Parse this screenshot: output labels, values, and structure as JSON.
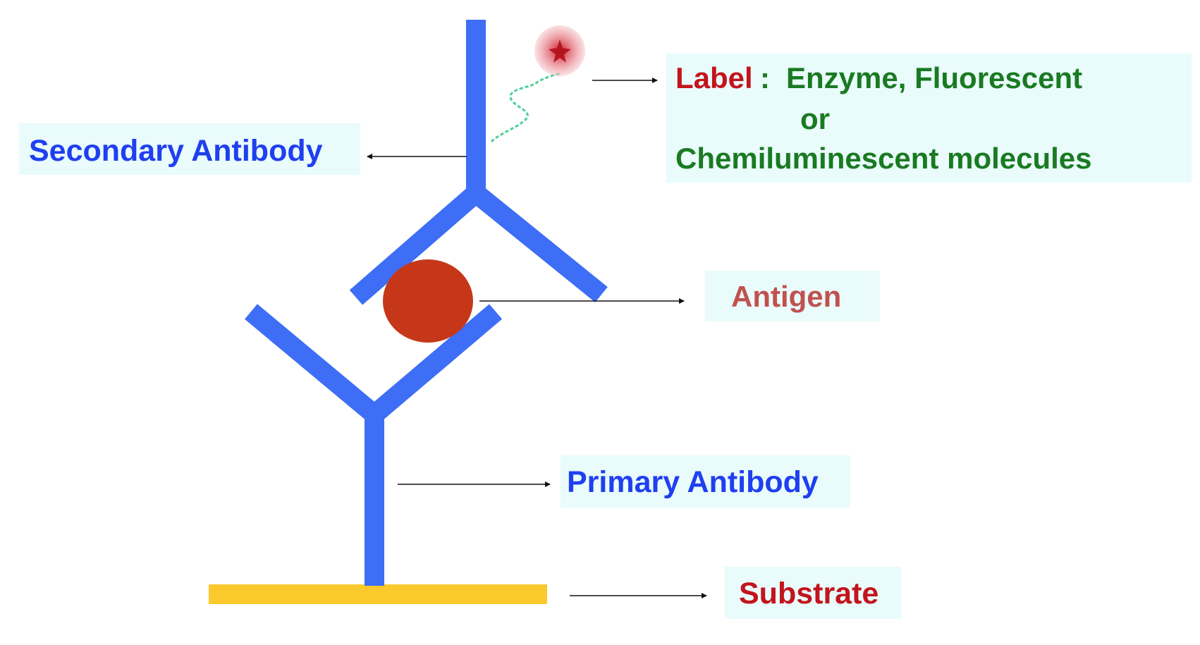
{
  "labels": {
    "secondary_antibody": "Secondary Antibody",
    "label_word": "Label",
    "label_sep": ":",
    "label_line1": "Enzyme, Fluorescent",
    "label_line2": "or",
    "label_line3": "Chemiluminescent molecules",
    "antigen": "Antigen",
    "primary_antibody": "Primary Antibody",
    "substrate": "Substrate"
  },
  "colors": {
    "antibody": "#3d6ef5",
    "antigen": "#c6371a",
    "substrate": "#fcc92d",
    "label_box": "#e9fbfb",
    "text_blue": "#1f3ff0",
    "text_red": "#c3141c",
    "text_green": "#1a7a22",
    "text_antigen": "#c0524f"
  }
}
